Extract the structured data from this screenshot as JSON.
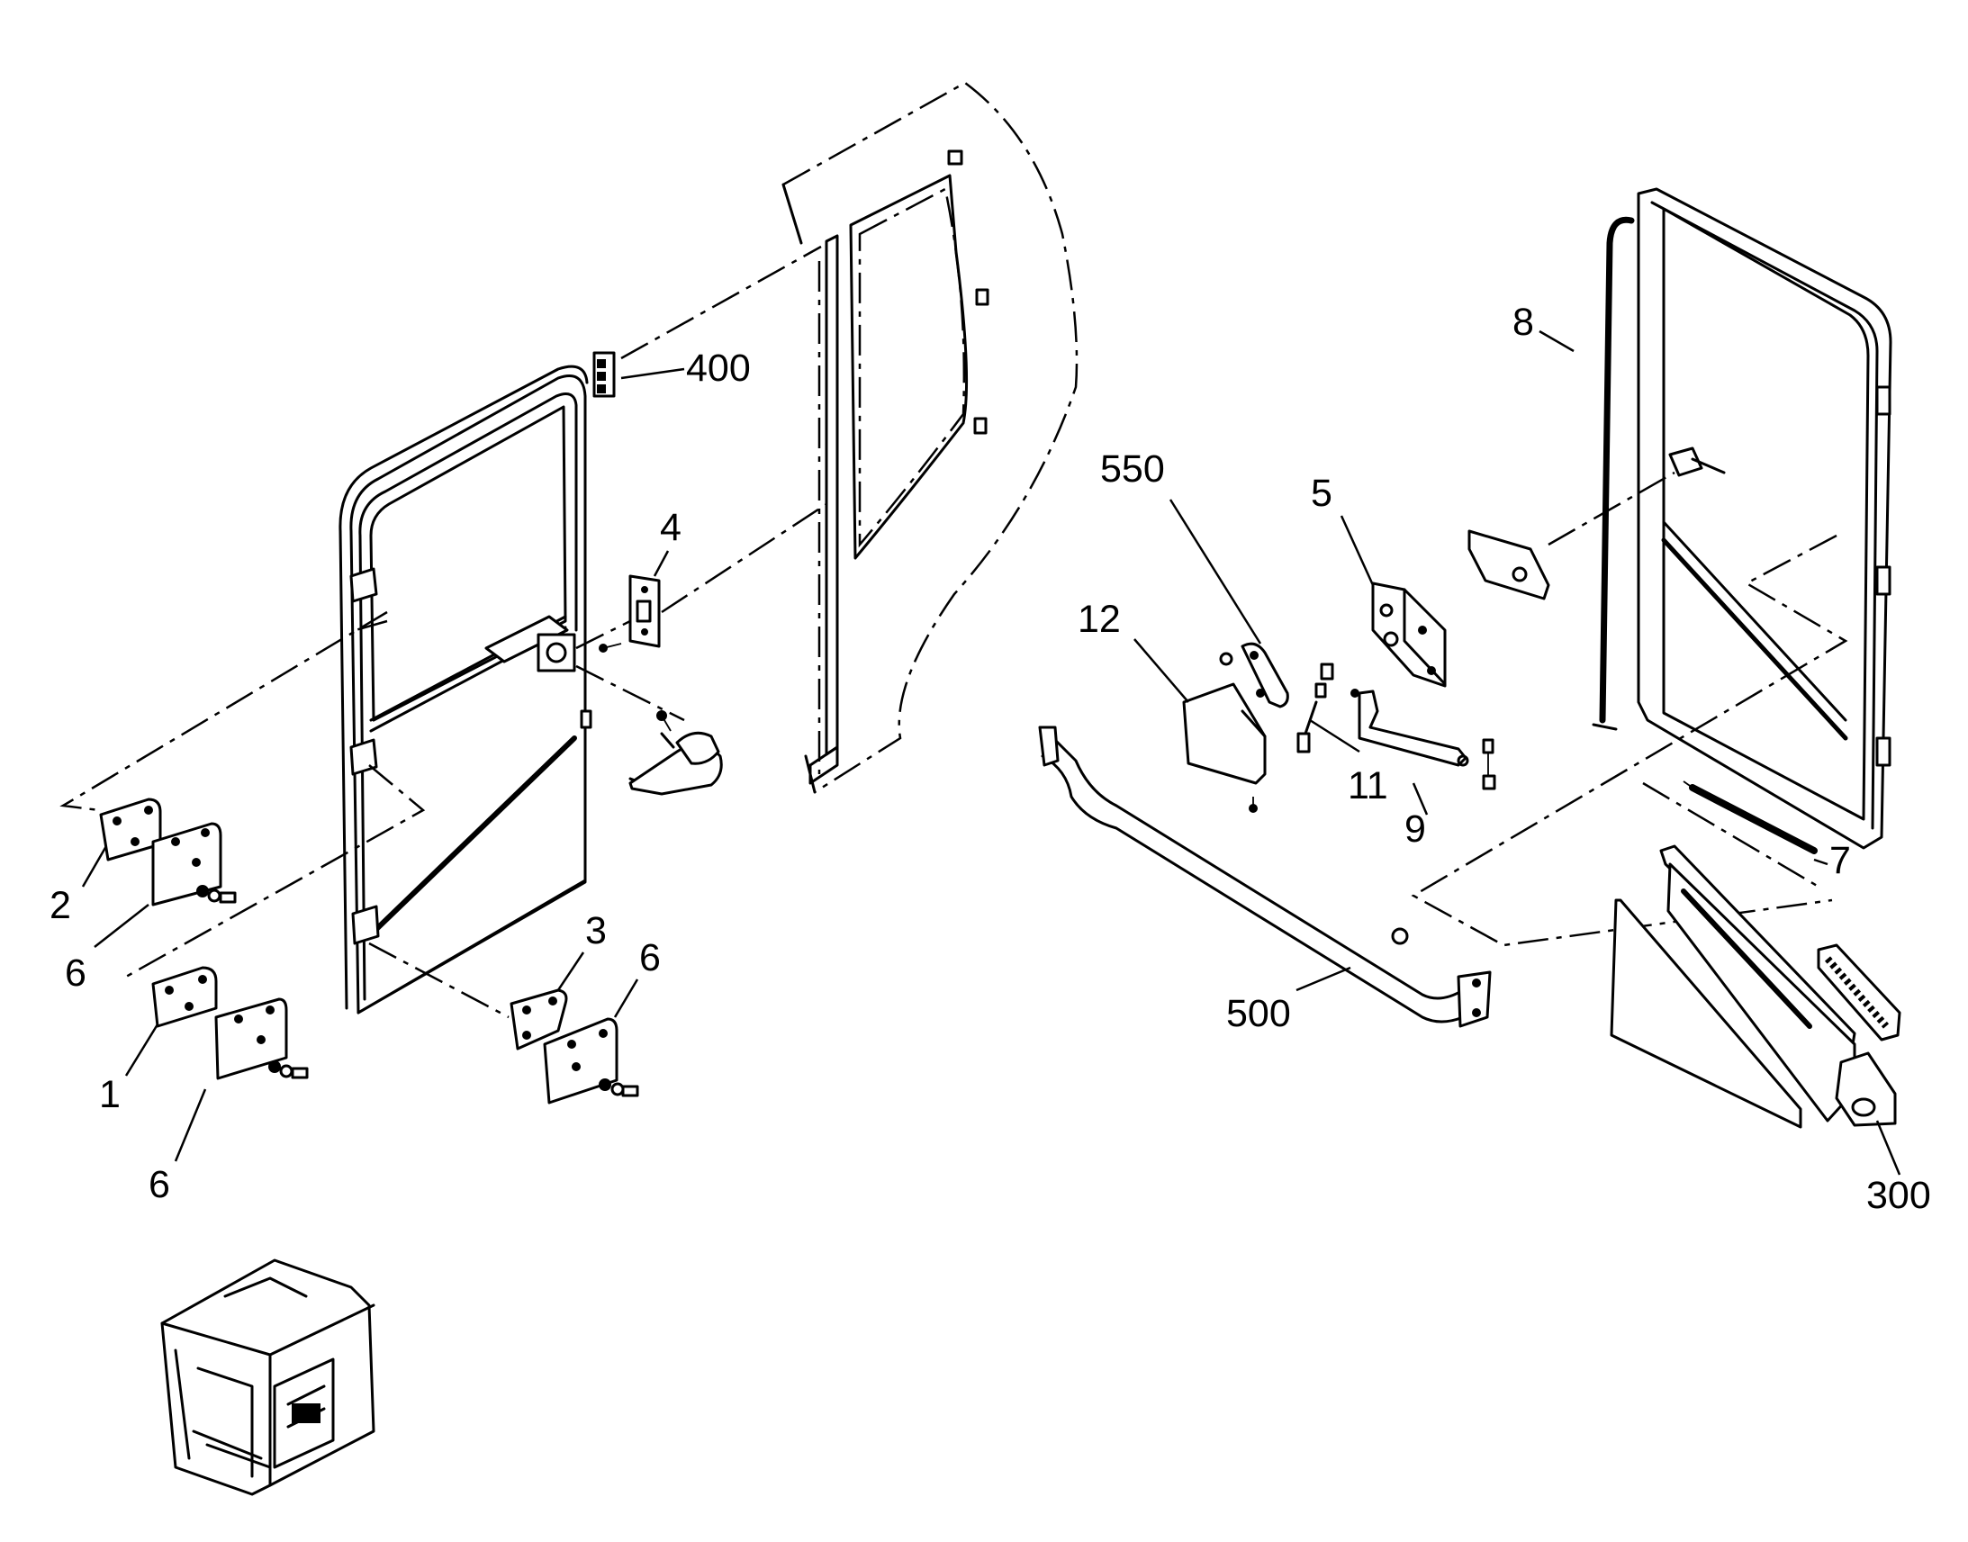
{
  "figure": {
    "colors": {
      "ink": "#000000",
      "paper": "#ffffff"
    }
  },
  "callouts": {
    "c400": "400",
    "c4": "4",
    "c2": "2",
    "c6a": "6",
    "c1": "1",
    "c6b": "6",
    "c3": "3",
    "c6c": "6",
    "c550": "550",
    "c5": "5",
    "c12": "12",
    "c11": "11",
    "c9": "9",
    "c8": "8",
    "c7": "7",
    "c500": "500",
    "c300": "300"
  }
}
